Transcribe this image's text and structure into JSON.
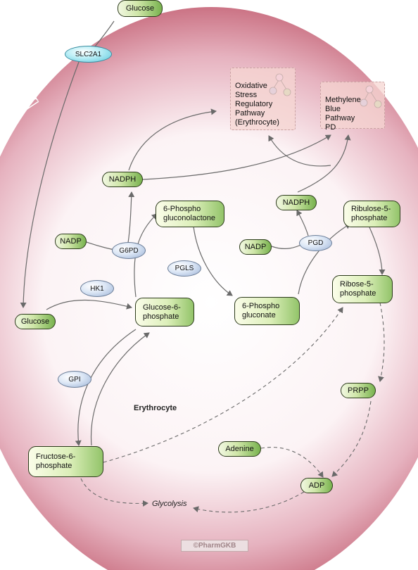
{
  "nodes": {
    "glucose_ext": "Glucose",
    "glucose_int": "Glucose",
    "nadph_left": "NADPH",
    "nadp_left": "NADP",
    "phospho_gluconolactone": "6-Phospho\ngluconolactone",
    "glucose6p": "Glucose-6-\nphosphate",
    "phospho_gluconate": "6-Phospho\ngluconate",
    "nadp_mid": "NADP",
    "nadph_right": "NADPH",
    "ribulose5p": "Ribulose-5-\nphosphate",
    "ribose5p": "Ribose-5-\nphosphate",
    "prpp": "PRPP",
    "adenine": "Adenine",
    "adp": "ADP",
    "fructose6p": "Fructose-6-\nphosphate"
  },
  "enzymes": {
    "slc2a1": "SLC2A1",
    "g6pd": "G6PD",
    "pgls": "PGLS",
    "hk1": "HK1",
    "pgd": "PGD",
    "gpi": "GPI"
  },
  "pathways": {
    "oxidative_stress": "Oxidative\nStress\nRegulatory\nPathway\n(Erythrocyte)",
    "methylene_blue": "Methylene\nBlue\nPathway\nPD"
  },
  "labels": {
    "erythrocyte": "Erythrocyte",
    "glycolysis": "Glycolysis",
    "watermark": "©PharmGKB"
  },
  "colors": {
    "cell_edge": "#b8505f",
    "cell_center": "#ffffff",
    "node_green": "#78b24e",
    "enzyme_blue": "#9db3d6",
    "transporter_cyan": "#5bc7dc",
    "arrow": "#6a6a6a"
  }
}
